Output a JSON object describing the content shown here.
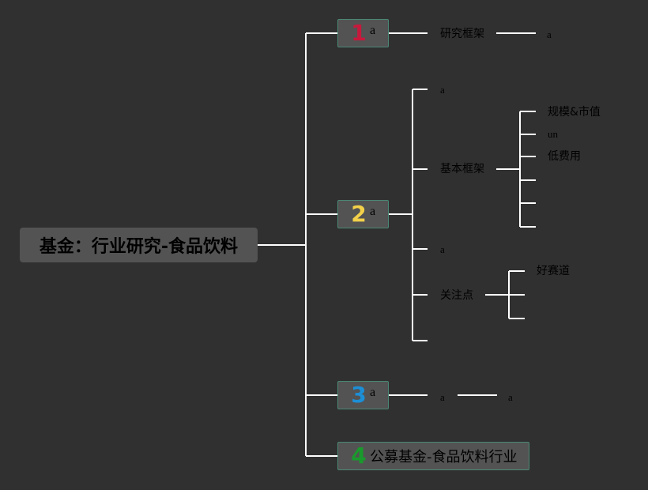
{
  "root": {
    "title": "基金：行业研究-食品饮料"
  },
  "branches": [
    {
      "number": "1",
      "badge_color": "#c8193c",
      "label": "a"
    },
    {
      "number": "2",
      "badge_color": "#f2d04a",
      "label": "a"
    },
    {
      "number": "3",
      "badge_color": "#1c8fd6",
      "label": "a"
    },
    {
      "number": "4",
      "badge_color": "#1a9a2c",
      "label": "公募基金-食品饮料行业"
    }
  ],
  "branch1": {
    "child": "研究框架",
    "grandchild": "a"
  },
  "branch2": {
    "children": {
      "first": "a",
      "framework": "基本框架",
      "mid": "a",
      "focus": "关注点"
    },
    "framework_items": [
      "规模&市值",
      "un",
      "低费用",
      "",
      "",
      ""
    ],
    "focus_items": [
      "好赛道",
      "",
      ""
    ]
  },
  "branch3": {
    "child": "a",
    "grandchild": "a"
  },
  "colors": {
    "background": "#303030",
    "node_fill": "#535353",
    "node_border": "#4a8876",
    "connector": "#ffffff",
    "text": "#000000"
  }
}
